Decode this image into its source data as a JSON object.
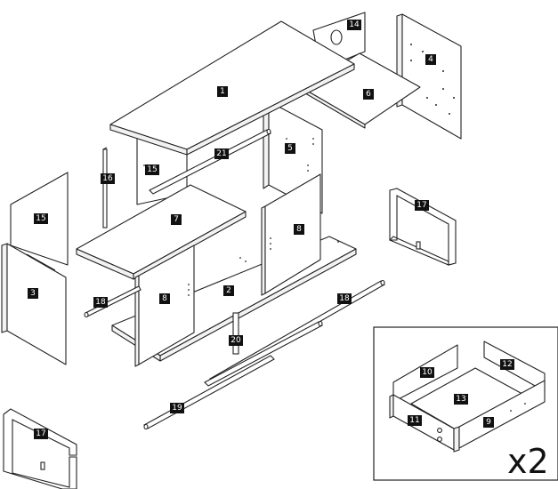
{
  "diagram": {
    "parts": {
      "p1": "1",
      "p2": "2",
      "p3": "3",
      "p4": "4",
      "p5": "5",
      "p6": "6",
      "p7": "7",
      "p8a": "8",
      "p8b": "8",
      "p9": "9",
      "p10": "10",
      "p11": "11",
      "p12": "12",
      "p13": "13",
      "p14": "14",
      "p15a": "15",
      "p15b": "15",
      "p16": "16",
      "p17a": "17",
      "p17b": "17",
      "p18a": "18",
      "p18b": "18",
      "p19": "19",
      "p20": "20",
      "p21": "21"
    },
    "drawer_inset": {
      "quantity": "x2"
    }
  }
}
